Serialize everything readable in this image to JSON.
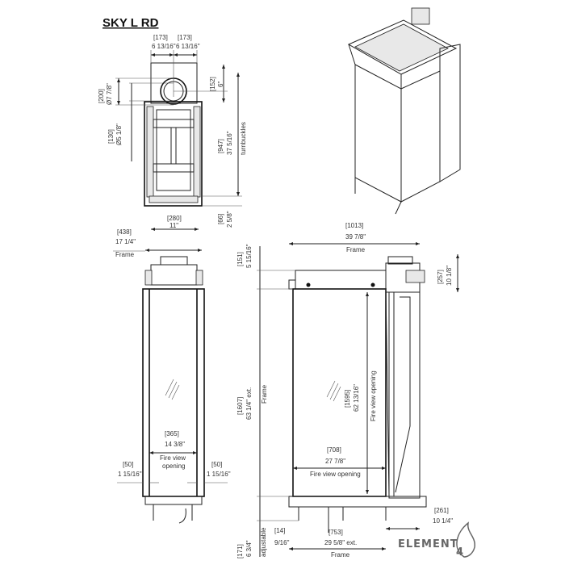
{
  "title": "SKY L RD",
  "top_view": {
    "width_left_mm": "[173]",
    "width_left_in": "6 13/16\"",
    "width_right_mm": "[173]",
    "width_right_in": "6 13/16\"",
    "flue_outer_mm": "[200]",
    "flue_outer_in": "Ø7 7/8\"",
    "flue_inner_mm": "[130]",
    "flue_inner_in": "Ø5 1/8\"",
    "flue_offset_mm": "[152]",
    "flue_offset_in": "6\"",
    "turnbuckles_mm": "[947]",
    "turnbuckles_in": "37 5/16\"",
    "turnbuckles_label": "turnbuckles",
    "depth_mm": "[66]",
    "depth_in": "2 5/8\"",
    "base_mm": "[280]",
    "base_in": "11\""
  },
  "front_view": {
    "frame_mm": "[438]",
    "frame_in": "17 1/4\"",
    "frame_label": "Frame",
    "opening_mm": "[365]",
    "opening_in": "14 3/8\"",
    "opening_label_1": "Fire view",
    "opening_label_2": "opening",
    "left_mm": "[50]",
    "left_in": "1 15/16\"",
    "right_mm": "[50]",
    "right_in": "1 15/16\""
  },
  "side_view": {
    "width_mm": "[1013]",
    "width_in": "39 7/8\"",
    "width_label": "Frame",
    "top_mm": "[151]",
    "top_in": "5 15/16\"",
    "flue_mm": "[257]",
    "flue_in": "10 1/8\"",
    "height_mm": "[1607]",
    "height_in": "63 1/4\" ext.",
    "height_label": "Frame",
    "opening_h_mm": "[1595]",
    "opening_h_in": "62 13/16\"",
    "opening_h_label": "Fire view opening",
    "opening_w_mm": "[708]",
    "opening_w_in": "27 7/8\"",
    "opening_w_label": "Fire view opening",
    "legs_mm": "[171]",
    "legs_in": "6 3/4\"",
    "legs_label": "adjustable",
    "offset_mm": "[14]",
    "offset_in": "9/16\"",
    "frame_w_mm": "[753]",
    "frame_w_in": "29 5/8\" ext.",
    "frame_w_label": "Frame",
    "depth_mm": "[261]",
    "depth_in": "10 1/4\""
  },
  "logo": {
    "text": "ELEMENT",
    "sub": "4"
  }
}
